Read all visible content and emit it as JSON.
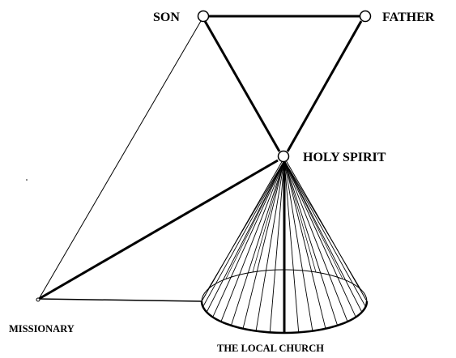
{
  "diagram": {
    "nodes": {
      "son": "SON",
      "father": "FATHER",
      "holy_spirit": "HOLY SPIRIT",
      "missionary": "MISSIONARY",
      "local_church": "THE LOCAL CHURCH"
    },
    "colors": {
      "ink": "#000000",
      "background": "#ffffff"
    }
  }
}
